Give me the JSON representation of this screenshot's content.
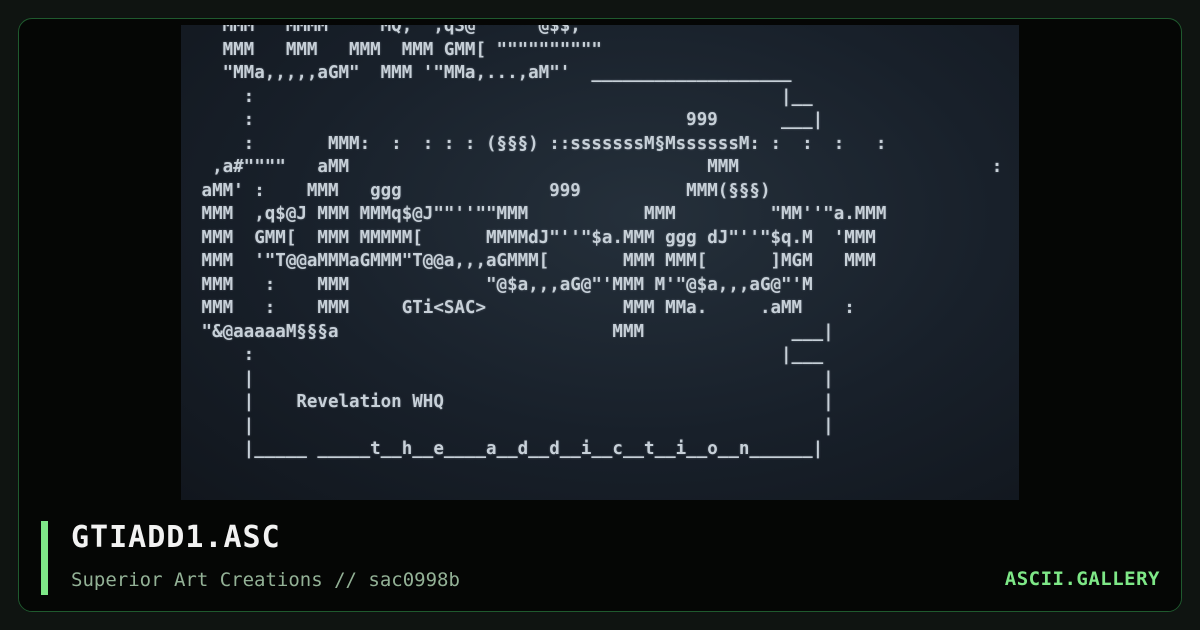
{
  "artwork": {
    "ascii_text": "  \"MMM\"  MMMM\"\"\"\"\"MQ,  ,qS@\"\"\"\"\"\"@$$,\n   MMM   MMM   MMM  MMM GMM[ \"\"\"\"\"\"\"\"\"\"\n   \"MMa,,,,,aGM\"  MMM '\"MMa,...,aM\"'  ___________________\n     :                                                  |__\n     :                                         999      ___|\n     :       MMM:  :  : : : (§§§) ::sssssssM§MssssssM: :  :  :   :\n  ,a#\"\"\"\"   aMM                                  MMM                        :\n aMM' :    MMM   ggg              999          MMM(§§§)                        ggg\n MMM  ,q$@J MMM MMMq$@J\"\"''\"\"MMM           MMM         \"MM''\"a.MMM\n MMM  GMM[  MMM MMMMM[      MMMMdJ\"''\"$a.MMM ggg dJ\"''\"$q.M  'MMM\n MMM  '\"T@@aMMMaGMMM\"T@@a,,,aGMMM[       MMM MMM[      ]MGM   MMM\n MMM   :    MMM             \"@$a,,,aG@\"'MMM M'\"@$a,,,aG@\"'M\n MMM   :    MMM     GTi<SAC>             MMM MMa.     .aMM    :\n \"&@aaaaaM§§§a                          MMM              ___|\n     :                                                  |___\n     |                                                      |\n     |    Revelation WHQ                                    |\n     |                                                      |\n     |_____ _____t__h__e____a__d__d__i__c__t__i__o__n______|"
  },
  "footer": {
    "title": "GTIADD1.ASC",
    "subtitle": "Superior Art Creations // sac0998b",
    "brand": "ASCII.GALLERY"
  },
  "colors": {
    "accent": "#7ee787",
    "border": "#1f5a2e",
    "background": "#050605"
  }
}
